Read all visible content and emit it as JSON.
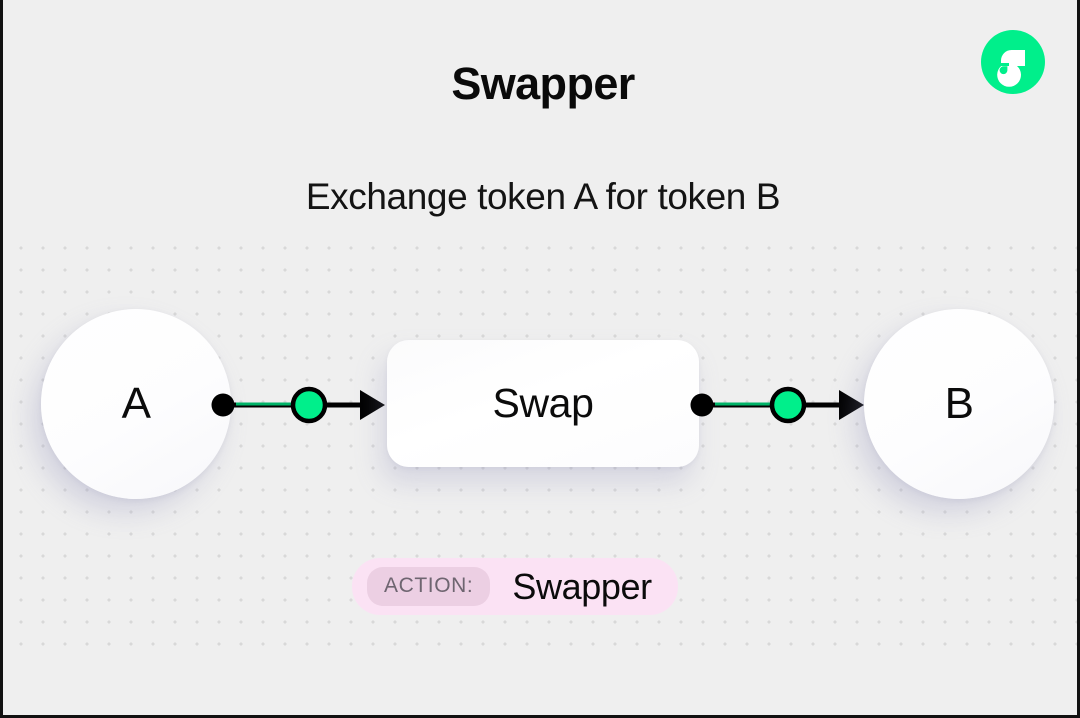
{
  "header": {
    "title": "Swapper",
    "subtitle": "Exchange token A for token B",
    "logo_name": "flow-logo",
    "logo_color": "#00ef8b",
    "logo_accent": "#3dffa8"
  },
  "diagram": {
    "source_node": {
      "label": "A",
      "name": "token-node-a"
    },
    "process_node": {
      "label": "Swap",
      "name": "swap-process-card"
    },
    "target_node": {
      "label": "B",
      "name": "token-node-b"
    },
    "connectors": [
      {
        "name": "connector-a-to-swap",
        "from": "A",
        "to": "Swap",
        "dot_color": "#000000",
        "node_color": "#00ef8b",
        "line_color": "#000000",
        "accent_color": "#00b368"
      },
      {
        "name": "connector-swap-to-b",
        "from": "Swap",
        "to": "B",
        "dot_color": "#000000",
        "node_color": "#00ef8b",
        "line_color": "#000000",
        "accent_color": "#00b368"
      }
    ]
  },
  "footer": {
    "action_label": "ACTION:",
    "action_value": "Swapper",
    "badge_color": "#fbe2f4",
    "tag_color": "#eccfe3"
  },
  "canvas": {
    "background_color": "#efefef",
    "dot_color": "#d8d8d8",
    "dot_spacing": 22
  }
}
